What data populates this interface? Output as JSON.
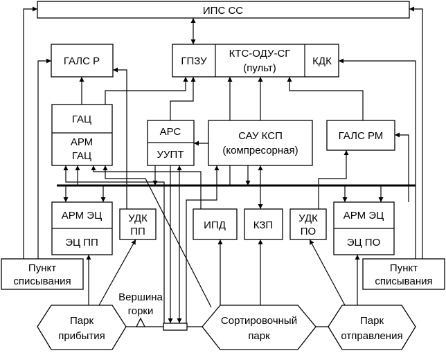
{
  "nodes": {
    "ips_ss": [
      "ИПС СС"
    ],
    "gals_r": [
      "ГАЛС Р"
    ],
    "gpzu": [
      "ГПЗУ"
    ],
    "kts_odu": [
      "КТС-ОДУ-СГ",
      "(пульт)"
    ],
    "kdk": [
      "КДК"
    ],
    "gac": [
      "ГАЦ"
    ],
    "arm_gac": [
      "АРМ",
      "ГАЦ"
    ],
    "ars": [
      "АРС"
    ],
    "uupt": [
      "УУПТ"
    ],
    "sau_ksp": [
      "САУ КСП",
      "(компресорная)"
    ],
    "gals_rm": [
      "ГАЛС РМ"
    ],
    "arm_ec_left": [
      "АРМ ЭЦ"
    ],
    "ec_pp": [
      "ЭЦ ПП"
    ],
    "udk_pp": [
      "УДК",
      "ПП"
    ],
    "ipd": [
      "ИПД"
    ],
    "kzp": [
      "КЗП"
    ],
    "udk_po": [
      "УДК",
      "ПО"
    ],
    "arm_ec_right": [
      "АРМ ЭЦ"
    ],
    "ec_po": [
      "ЭЦ ПО"
    ],
    "punkt_left": [
      "Пункт",
      "списывания"
    ],
    "punkt_right": [
      "Пункт",
      "списывания"
    ],
    "park_arrival": [
      "Парк",
      "прибытия"
    ],
    "park_sort": [
      "Сортировочный",
      "парк"
    ],
    "park_departure": [
      "Парк",
      "отправления"
    ],
    "hump_label": [
      "Вершина",
      "горки"
    ]
  }
}
